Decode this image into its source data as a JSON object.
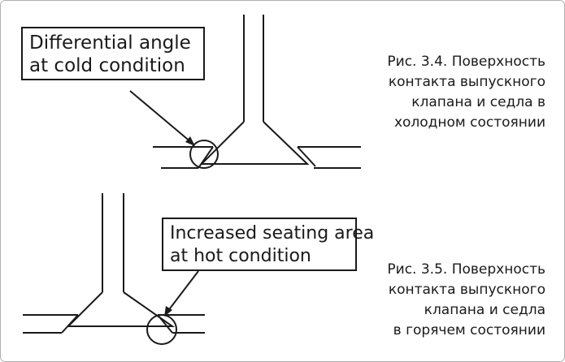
{
  "diagram": {
    "callout_cold": {
      "line1": "Differential angle",
      "line2": "at cold condition"
    },
    "callout_hot": {
      "line1": "Increased seating area",
      "line2": "at hot condition"
    },
    "caption_fig_3_4": {
      "line1": "Рис. 3.4. Поверхность",
      "line2": "контакта выпускного",
      "line3": "клапана и седла в",
      "line4": "холодном состоянии"
    },
    "caption_fig_3_5": {
      "line1": "Рис. 3.5. Поверхность",
      "line2": "контакта выпускного",
      "line3": "клапана и седла",
      "line4": "в горячем состоянии"
    },
    "colors": {
      "line": "#1a1a1a",
      "frame": "#b0b0b0",
      "background": "#ffffff"
    }
  }
}
